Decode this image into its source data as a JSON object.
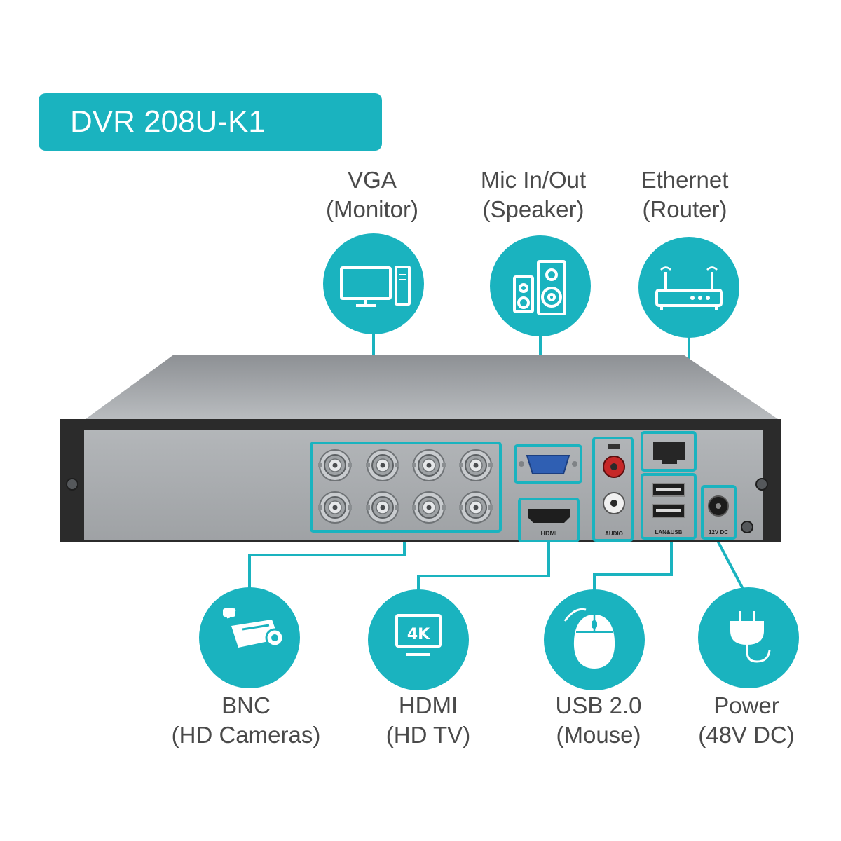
{
  "title": "DVR 208U-K1",
  "colors": {
    "accent": "#1ab3bf",
    "label_text": "#4a4a4a",
    "device_body": "#a9acaf",
    "device_frame": "#2b2b2b"
  },
  "callouts": {
    "vga": {
      "line1": "VGA",
      "line2": "(Monitor)",
      "icon": "monitor-icon"
    },
    "mic": {
      "line1": "Mic In/Out",
      "line2": "(Speaker)",
      "icon": "speaker-icon"
    },
    "ethernet": {
      "line1": "Ethernet",
      "line2": "(Router)",
      "icon": "router-icon"
    },
    "bnc": {
      "line1": "BNC",
      "line2": "(HD Cameras)",
      "icon": "camera-icon"
    },
    "hdmi": {
      "line1": "HDMI",
      "line2": "(HD TV)",
      "icon": "tv-4k-icon",
      "badge": "4K"
    },
    "usb": {
      "line1": "USB 2.0",
      "line2": "(Mouse)",
      "icon": "mouse-icon"
    },
    "power": {
      "line1": "Power",
      "line2": "(48V DC)",
      "icon": "plug-icon"
    }
  },
  "panel_labels": {
    "hdmi": "HDMI",
    "audio": "AUDIO",
    "lan_usb": "LAN&USB",
    "power": "12V DC"
  }
}
